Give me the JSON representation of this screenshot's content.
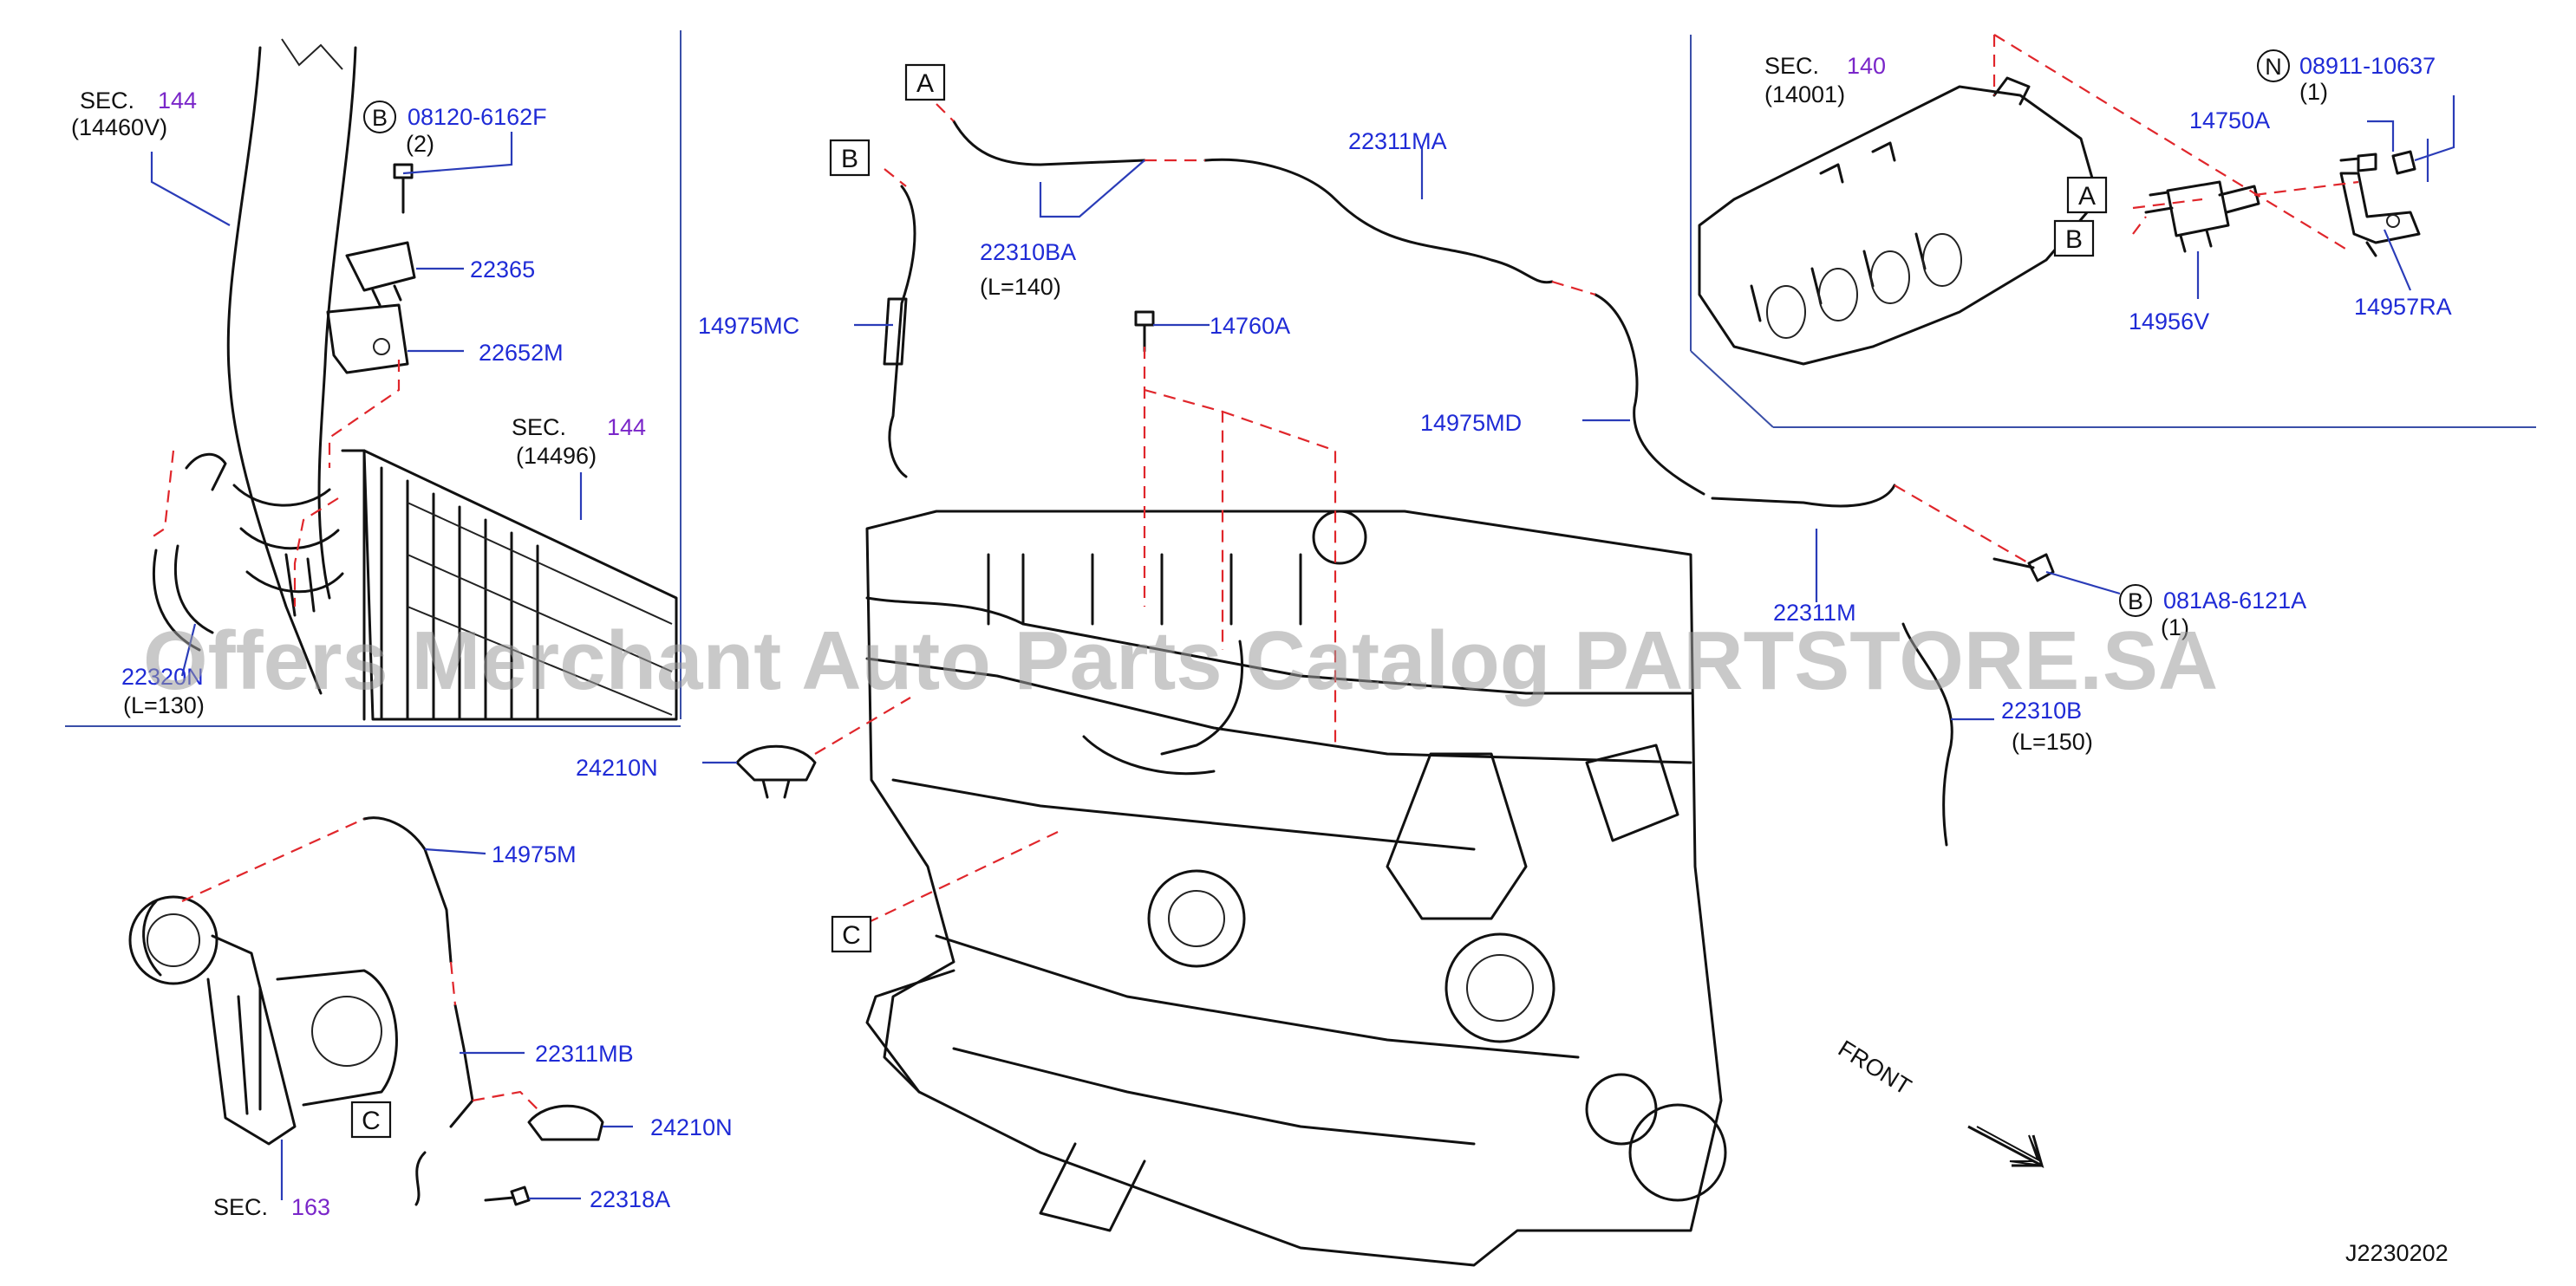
{
  "diagram_id": "J2230202",
  "watermark": "Offers Merchant Auto Parts Catalog PARTSTORE.SA",
  "front_label": "FRONT",
  "sec_word": "SEC.",
  "callouts": [
    {
      "id": "sec-144-a",
      "sec": "144",
      "code": "(14460V)"
    },
    {
      "id": "sec-144-b",
      "sec": "144",
      "code": "(14496)"
    },
    {
      "id": "sec-140",
      "sec": "140",
      "code": "(14001)"
    },
    {
      "id": "sec-163",
      "sec": "163"
    }
  ],
  "bolts": [
    {
      "id": "b-08120",
      "marker": "B",
      "number": "08120-6162F",
      "qty": "(2)"
    },
    {
      "id": "n-08911",
      "marker": "N",
      "number": "08911-10637",
      "qty": "(1)"
    },
    {
      "id": "b-081a8",
      "marker": "B",
      "number": "081A8-6121A",
      "qty": "(1)"
    }
  ],
  "ref_letters": [
    "A",
    "B",
    "C"
  ],
  "part_labels": [
    {
      "id": "22365",
      "text": "22365"
    },
    {
      "id": "22652M",
      "text": "22652M"
    },
    {
      "id": "22320N",
      "text": "22320N",
      "length": "(L=130)"
    },
    {
      "id": "22310BA",
      "text": "22310BA",
      "length": "(L=140)"
    },
    {
      "id": "22311MA",
      "text": "22311MA"
    },
    {
      "id": "14975MC",
      "text": "14975MC"
    },
    {
      "id": "14760A",
      "text": "14760A"
    },
    {
      "id": "14975MD",
      "text": "14975MD"
    },
    {
      "id": "22311M",
      "text": "22311M"
    },
    {
      "id": "22310B",
      "text": "22310B",
      "length": "(L=150)"
    },
    {
      "id": "14750A",
      "text": "14750A"
    },
    {
      "id": "14956V",
      "text": "14956V"
    },
    {
      "id": "14957RA",
      "text": "14957RA"
    },
    {
      "id": "24210N-a",
      "text": "24210N"
    },
    {
      "id": "14975M",
      "text": "14975M"
    },
    {
      "id": "22311MB",
      "text": "22311MB"
    },
    {
      "id": "24210N-b",
      "text": "24210N"
    },
    {
      "id": "22318A",
      "text": "22318A"
    }
  ]
}
